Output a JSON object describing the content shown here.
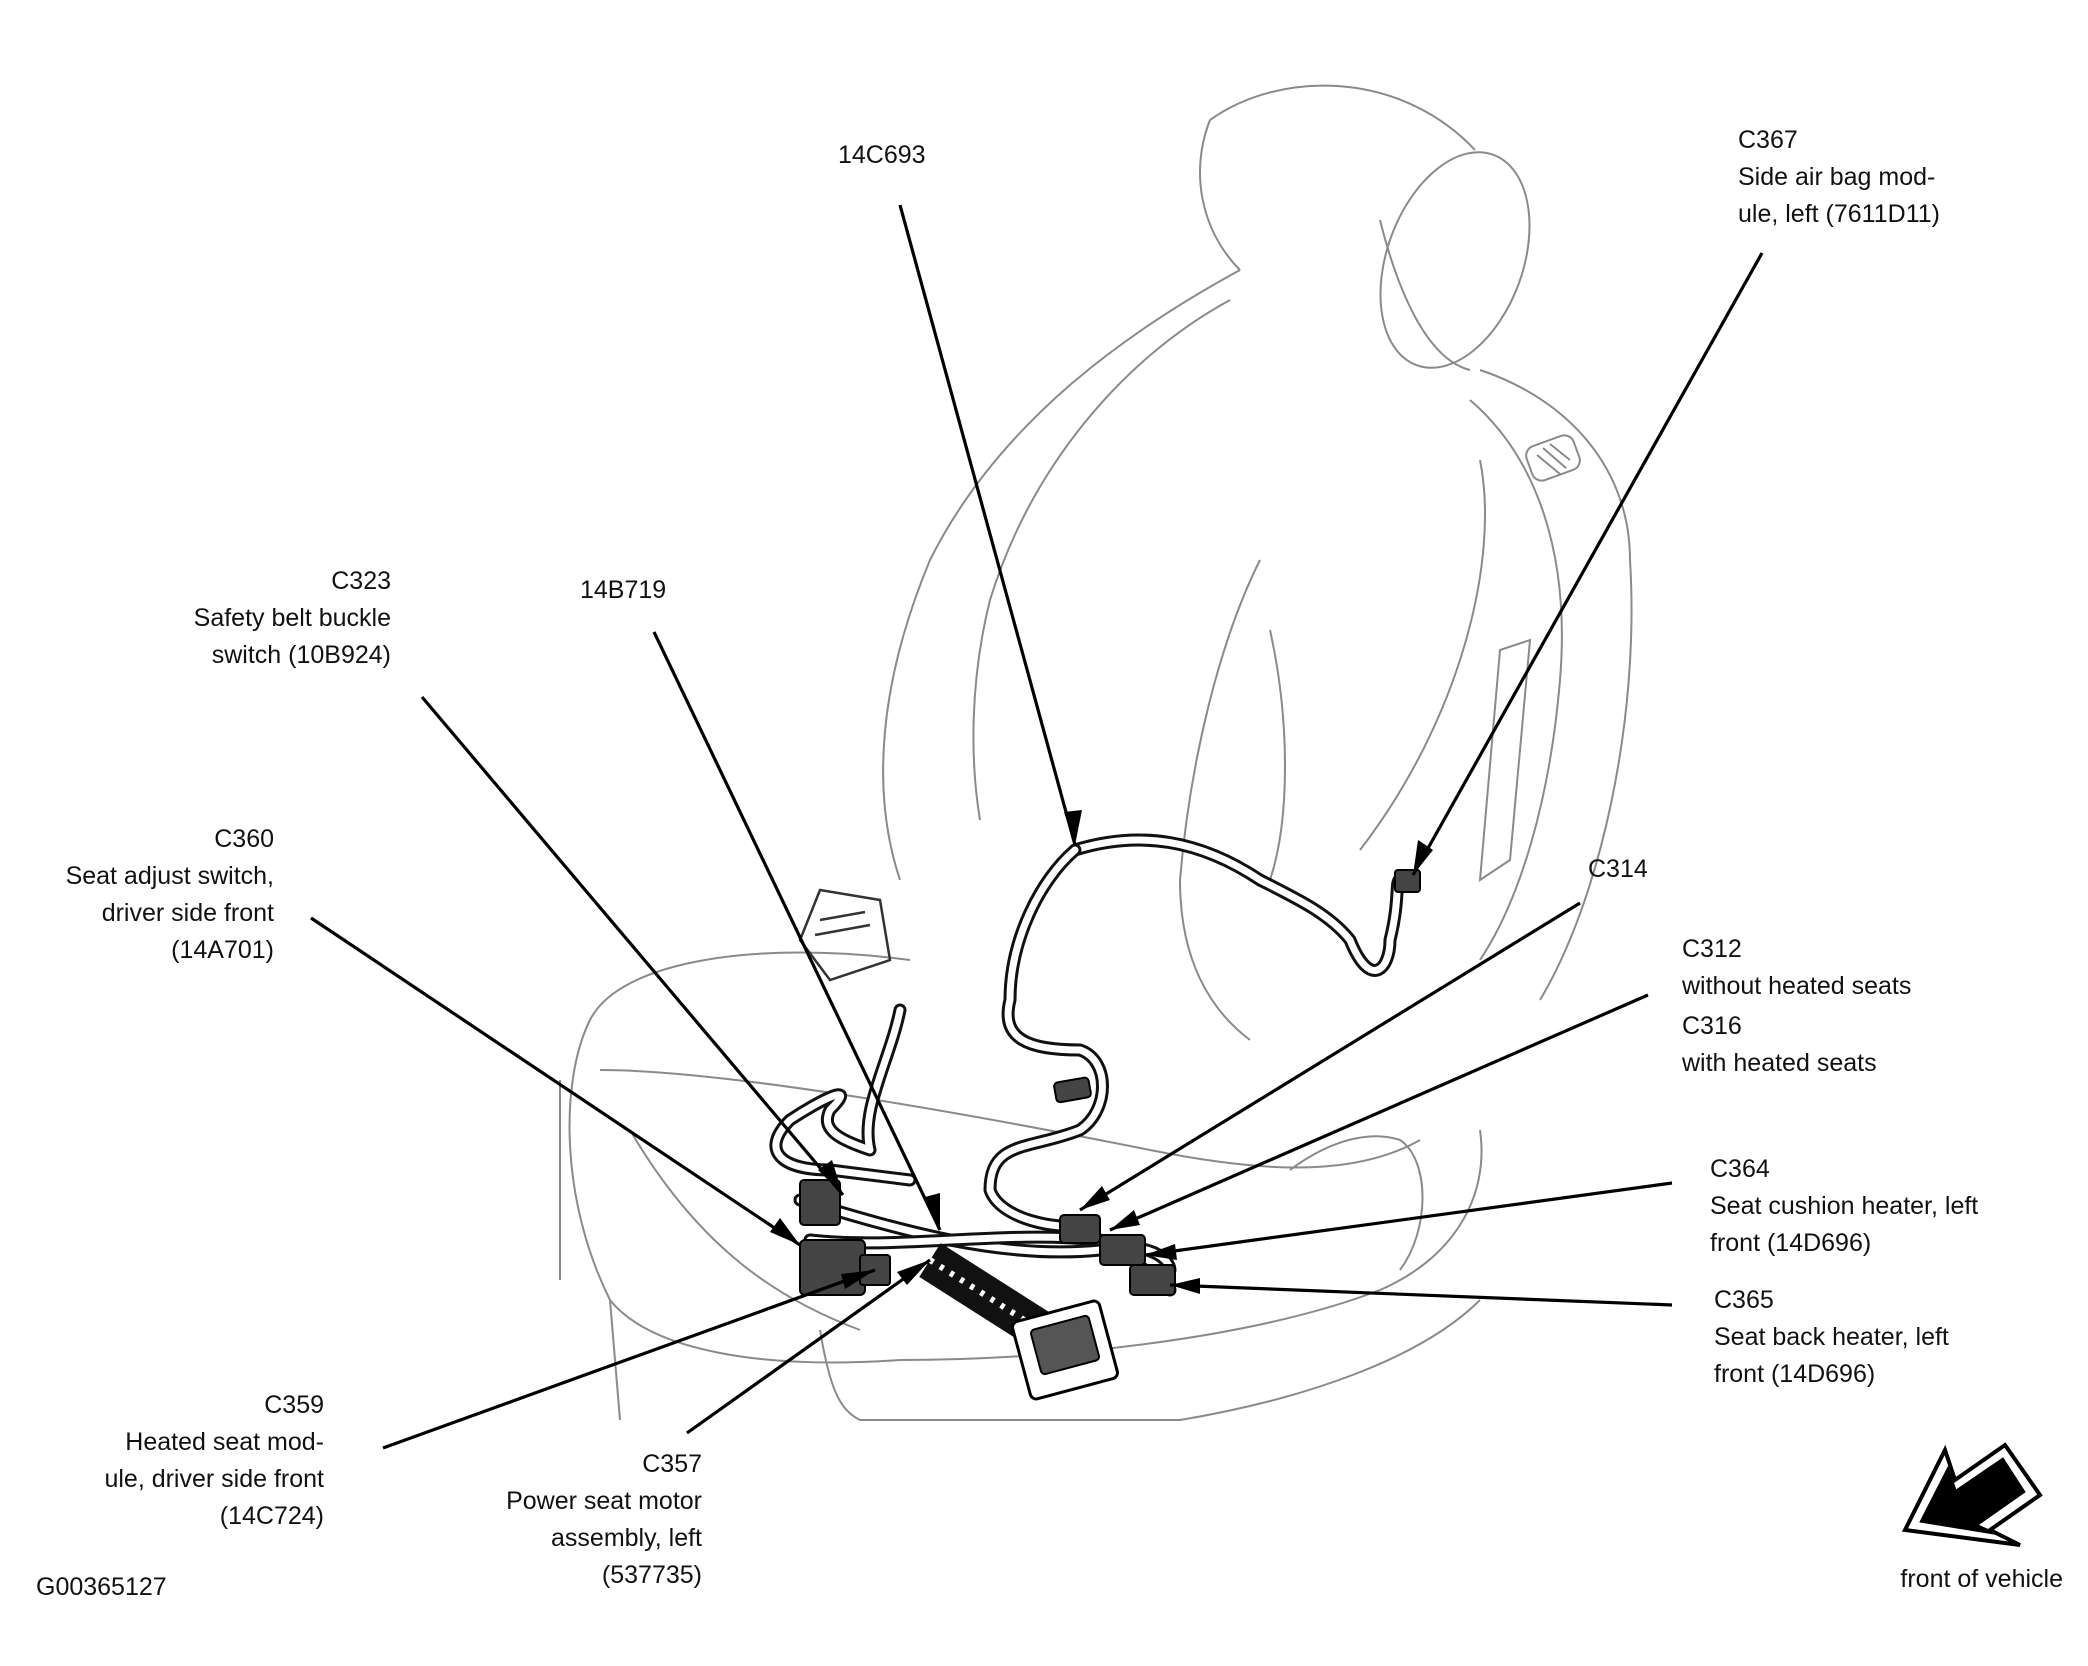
{
  "labels": {
    "c367": {
      "id": "C367",
      "lines": [
        "Side air bag mod-",
        "ule, left (7611D11)"
      ]
    },
    "p14c693": {
      "id": "14C693"
    },
    "c323": {
      "id": "C323",
      "lines": [
        "Safety belt buckle",
        "switch (10B924)"
      ]
    },
    "p14b719": {
      "id": "14B719"
    },
    "c360": {
      "id": "C360",
      "lines": [
        "Seat adjust switch,",
        "driver side front",
        "(14A701)"
      ]
    },
    "c314": {
      "id": "C314"
    },
    "c312": {
      "id": "C312",
      "lines": [
        "without heated seats"
      ]
    },
    "c316": {
      "id": "C316",
      "lines": [
        "with heated seats"
      ]
    },
    "c364": {
      "id": "C364",
      "lines": [
        "Seat cushion heater, left",
        "front (14D696)"
      ]
    },
    "c365": {
      "id": "C365",
      "lines": [
        "Seat back heater, left",
        "front (14D696)"
      ]
    },
    "c359": {
      "id": "C359",
      "lines": [
        "Heated seat mod-",
        "ule, driver side front",
        "(14C724)"
      ]
    },
    "c357": {
      "id": "C357",
      "lines": [
        "Power seat motor",
        "assembly, left",
        "(537735)"
      ]
    }
  },
  "figure_id": "G00365127",
  "front_of_vehicle": "front of vehicle",
  "icons": {
    "direction_arrow": "front-direction-arrow-icon"
  }
}
